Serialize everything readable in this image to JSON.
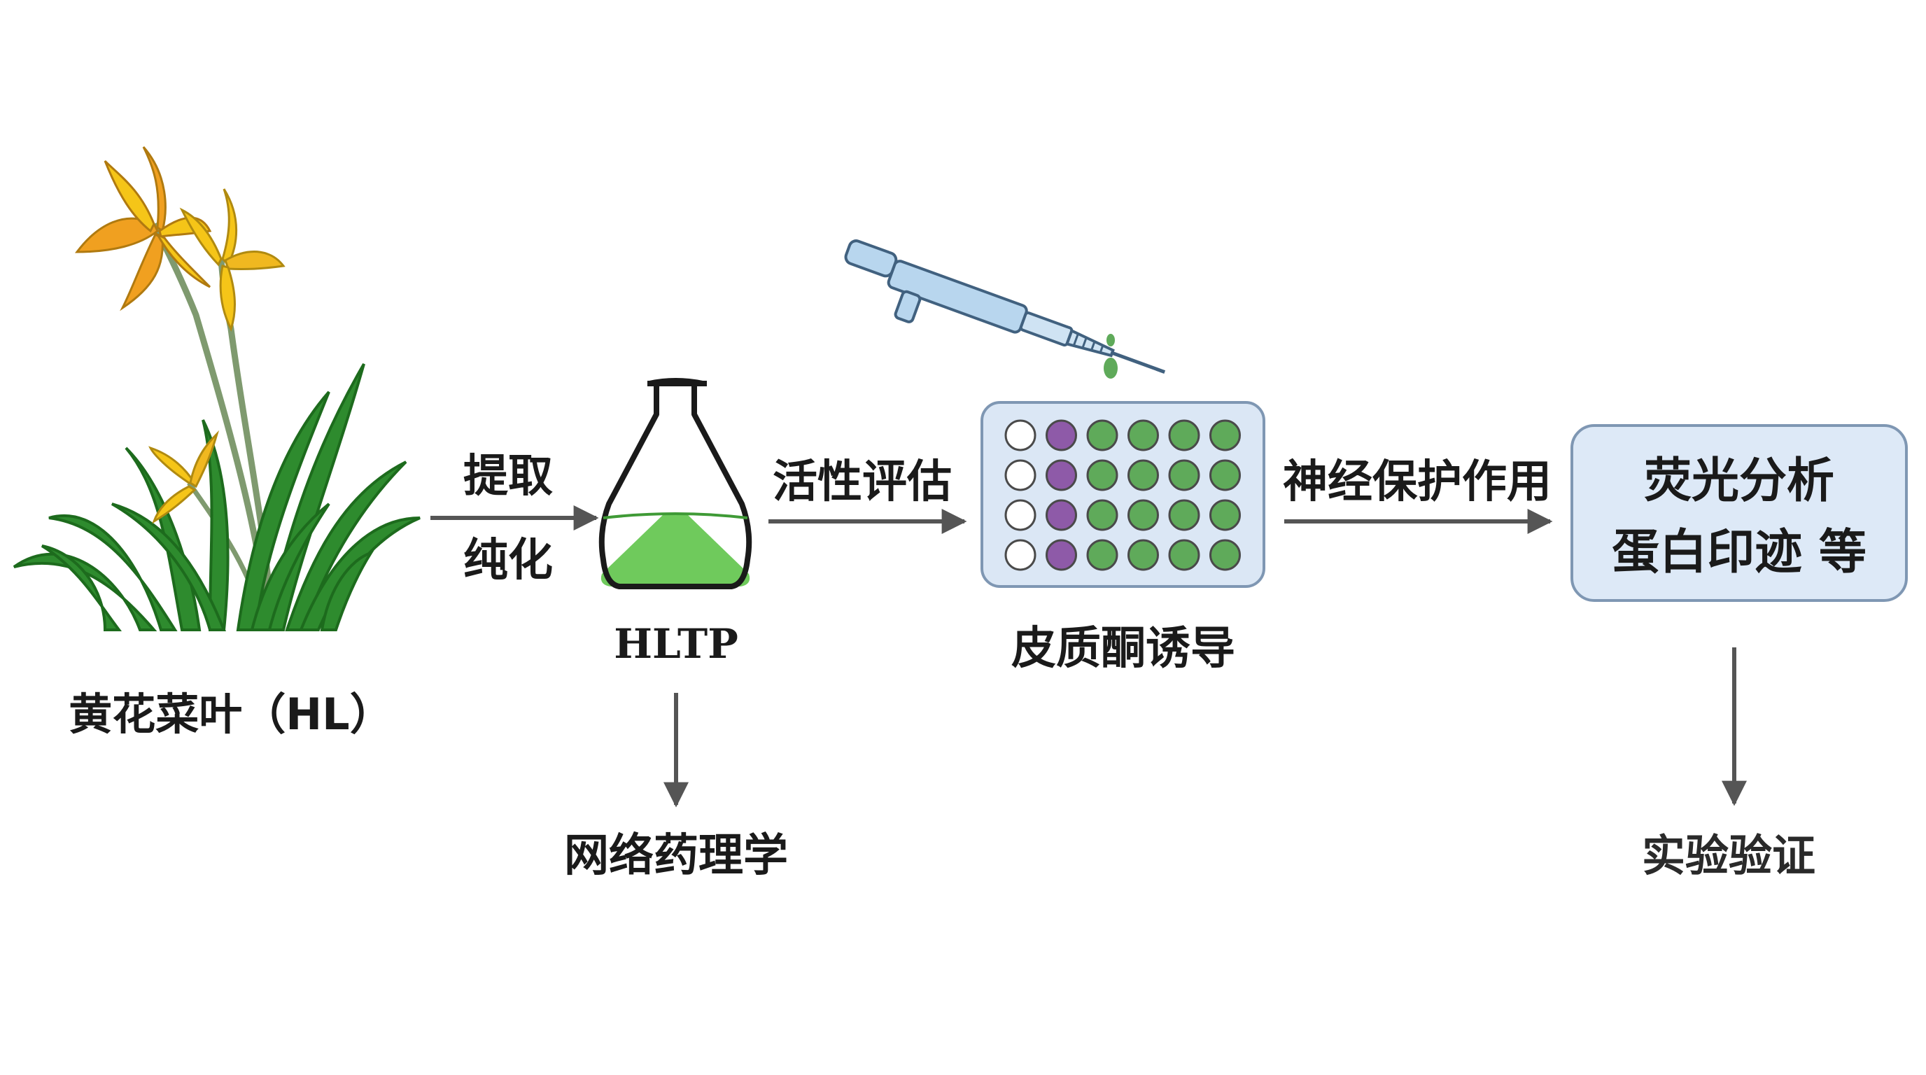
{
  "nodes": {
    "plant": {
      "label": "黄花菜叶（HL）"
    },
    "flask": {
      "label": "HLTP"
    },
    "plate": {
      "label": "皮质酮诱导"
    },
    "assay_box": {
      "line1": "荧光分析",
      "line2": "蛋白印迹 等"
    },
    "network": {
      "label": "网络药理学"
    },
    "validation": {
      "label": "实验验证"
    }
  },
  "edges": {
    "extract": {
      "line1": "提取",
      "line2": "纯化"
    },
    "activity": {
      "label": "活性评估"
    },
    "neuro": {
      "label": "神经保护作用"
    }
  },
  "plate_wells": {
    "rows": 4,
    "columns": [
      "white",
      "purple",
      "green",
      "green",
      "green",
      "green"
    ]
  },
  "colors": {
    "arrow": "#555555",
    "leaf": "#2e8b2e",
    "leaf_dark": "#1d6b1d",
    "flower_yellow": "#f5c518",
    "flower_orange": "#f0a020",
    "flask_liquid": "#6fca5c",
    "well_purple": "#8e5aa8",
    "well_green": "#5faa5a",
    "plate_bg": "#dbe7f5",
    "box_bg": "#dde9f7",
    "box_border": "#7f97b3",
    "pipette": "#b8d6ee"
  }
}
